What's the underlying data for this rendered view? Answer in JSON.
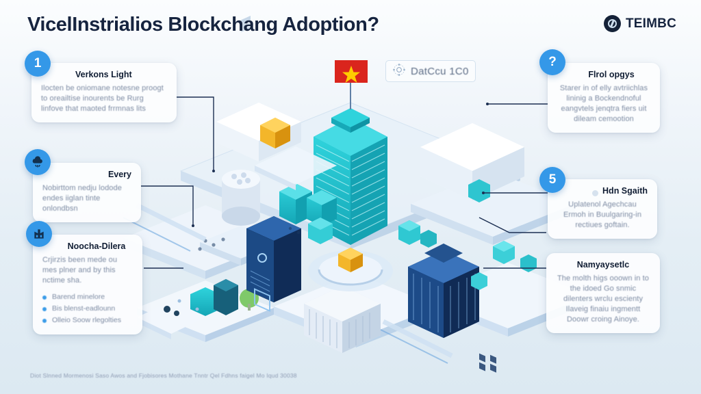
{
  "header": {
    "title": "VicelInstrialios Blockchang Adoption?",
    "brand_name": "TEIMBC",
    "brand_icon": "circular-emblem-icon"
  },
  "chip": {
    "icon": "network-nodes-icon",
    "label": "DatCcu 1C0"
  },
  "cards": [
    {
      "id": "card-1",
      "badge": "1",
      "badge_type": "number",
      "title": "Verkons Light",
      "body": "Ilocten be oniomane notesne proogt to oreailtise inourents be Rurg linfove that maoted frrmnas lits"
    },
    {
      "id": "card-2",
      "badge": "",
      "badge_type": "icon",
      "badge_icon": "cloud-node-icon",
      "title": "Every",
      "body": "Nobirttom nedju lodode endes iiglan tinte onlondbsn"
    },
    {
      "id": "card-3",
      "badge": "",
      "badge_type": "icon",
      "badge_icon": "factory-icon",
      "title": "Noocha-Dilera",
      "body": "Crjirzis been mede ou mes plner and by this nctime sha.",
      "list": [
        "Barend minelore",
        "Bis blenst-eadlounn",
        "Olleio Soow rlegolties"
      ]
    },
    {
      "id": "card-4",
      "badge": "?",
      "badge_type": "number",
      "title": "Flrol opgys",
      "body": "Starer in of elly avtriichlas lininig a Bockendnoful eangvtels jenqtra fiers uit dileam cemootion"
    },
    {
      "id": "card-5",
      "badge": "5",
      "badge_type": "number",
      "title": "Hdn Sgaith",
      "has_title_dot": true,
      "body": "Uplatenol Agechcau Ermoh in Buulgaring-in rectiues goftain."
    },
    {
      "id": "card-6",
      "badge": "",
      "badge_type": "none",
      "title": "Namyaysetlc",
      "body": "The molth higs ooown in to the idoed Go snmic dilenters wrclu escienty Ilaveig finaiu ingmentt Doowr croing Ainoye."
    }
  ],
  "scene": {
    "flag": "vietnam-flag",
    "flag_colors": {
      "field": "#da251d",
      "star": "#ffcd00"
    },
    "colors": {
      "accent_teal": "#22c3cd",
      "accent_navy": "#1f4f8f",
      "accent_orange": "#f0a81e",
      "platform": "#dce9f5",
      "badge_blue": "#3498e8",
      "title_navy": "#16243f"
    }
  },
  "footer": {
    "text": "Diot Slnned Mormenosi Saso Awos and Fjobisores Mothane Tnntr Qel Fdhns faigel Mo Iqud 30038"
  }
}
